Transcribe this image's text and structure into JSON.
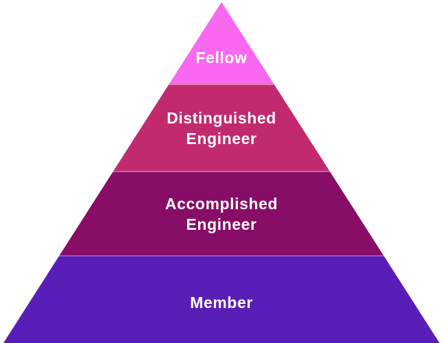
{
  "diagram": {
    "type": "pyramid",
    "background_color": "#ffffff",
    "text_color": "#ffffff",
    "tiers": [
      {
        "label": "Fellow",
        "color": "#f969ef",
        "rank": 1
      },
      {
        "label": "Distinguished\nEngineer",
        "color": "#c22a6e",
        "rank": 2
      },
      {
        "label": "Accomplished\nEngineer",
        "color": "#870d67",
        "rank": 3
      },
      {
        "label": "Member",
        "color": "#5a1eb8",
        "rank": 4
      }
    ]
  }
}
